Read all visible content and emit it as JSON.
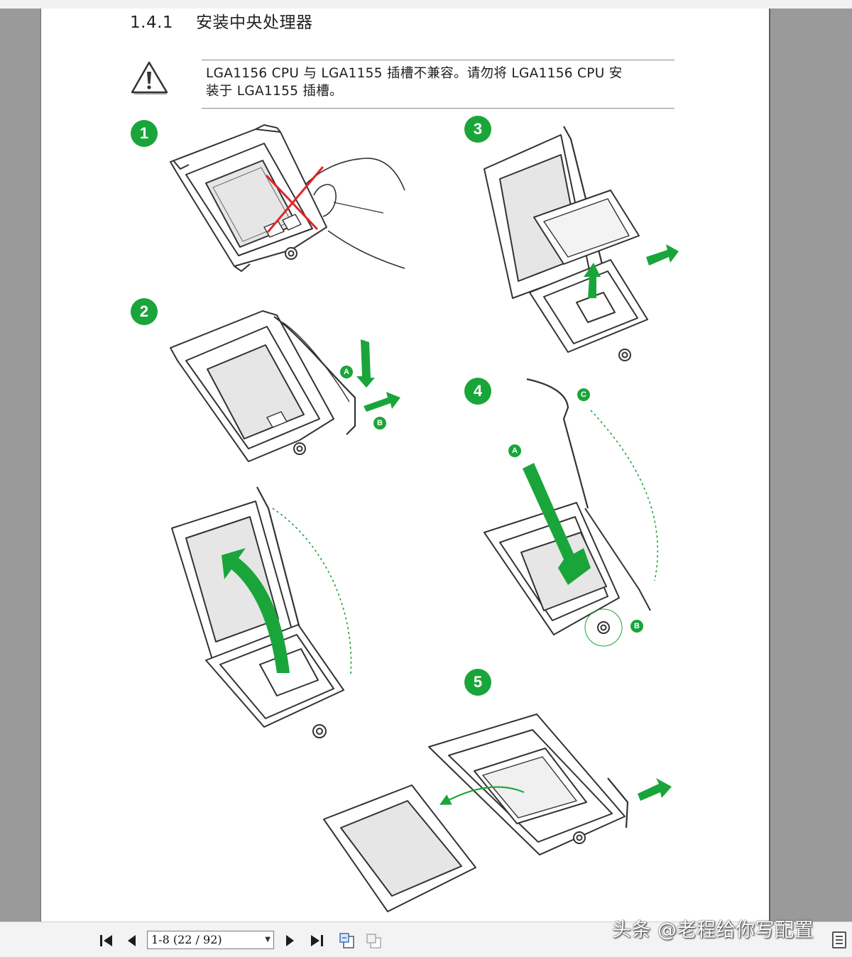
{
  "document": {
    "section_number": "1.4.1",
    "section_title": "安装中央处理器",
    "warning_line1": "LGA1156 CPU 与 LGA1155 插槽不兼容。请勿将 LGA1156 CPU 安",
    "warning_line2": "装于 LGA1155 插槽。",
    "steps": [
      "1",
      "2",
      "3",
      "4",
      "5"
    ],
    "callouts": [
      "A",
      "B",
      "C"
    ]
  },
  "toolbar": {
    "page_field_value": "1-8 (22 / 92)",
    "icons": [
      "first-page-icon",
      "previous-page-icon",
      "next-page-icon",
      "last-page-icon",
      "go-back-view-icon",
      "go-forward-view-icon"
    ]
  },
  "watermark": "头条 @老程给你写配置",
  "colors": {
    "accent_green": "#1aa53a",
    "cross_red": "#e02525",
    "line": "#333333",
    "socket_fill": "#e6e6e6"
  }
}
